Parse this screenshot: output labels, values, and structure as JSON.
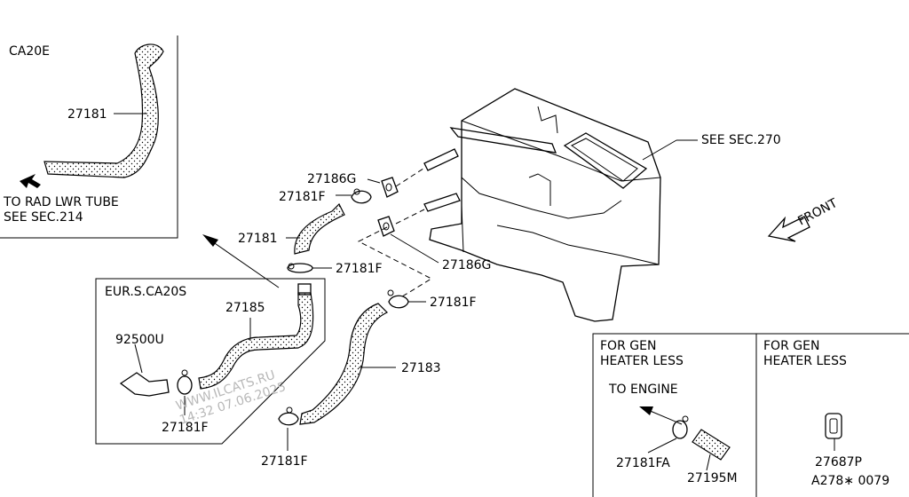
{
  "labels": {
    "ca20e": "CA20E",
    "p27181_top": "27181",
    "to_rad": "TO RAD LWR TUBE",
    "see_214": "SEE SEC.214",
    "see_270": "SEE SEC.270",
    "front": "FRONT",
    "p27186g_a": "27186G",
    "p27181f_a": "27181F",
    "p27181_mid": "27181",
    "p27181f_b": "27181F",
    "p27186g_b": "27186G",
    "p27181f_c": "27181F",
    "p27183": "27183",
    "p27181f_d": "27181F",
    "eur": "EUR.S.CA20S",
    "p27185": "27185",
    "p92500u": "92500U",
    "p27181f_e": "27181F",
    "gen1_line1": "FOR GEN",
    "gen1_line2": "HEATER LESS",
    "to_engine": "TO ENGINE",
    "p27181fa": "27181FA",
    "p27195m": "27195M",
    "gen2_line1": "FOR GEN",
    "gen2_line2": "HEATER LESS",
    "p27687p": "27687P",
    "code": "A278∗ 0079"
  },
  "watermark": {
    "site": "WWW.ILCATS.RU",
    "stamp": "14:32 07.06.2025"
  }
}
